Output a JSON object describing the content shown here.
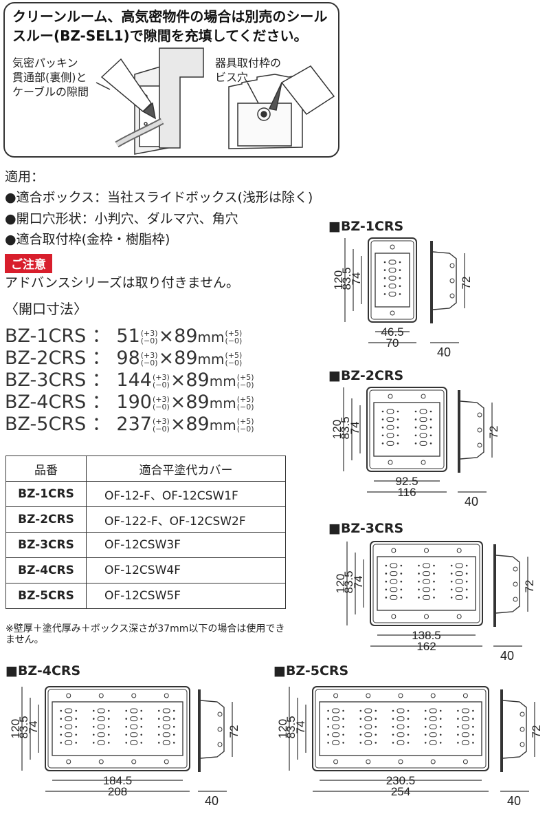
{
  "callout": {
    "title": "クリーンルーム、高気密物件の場合は別売のシールスルー(BZ-SEL1)で隙間を充填してください。",
    "label_left": [
      "気密パッキン",
      "貫通部(裏側)と",
      "ケーブルの隙間"
    ],
    "label_right": [
      "器具取付枠の",
      "ビス穴"
    ]
  },
  "application": {
    "heading": "適用：",
    "items": [
      "●適合ボックス：当社スライドボックス(浅形は除く)",
      "●開口穴形状：小判穴、ダルマ穴、角穴",
      "●適合取付枠(金枠・樹脂枠)"
    ]
  },
  "notice": {
    "badge": "ご注意",
    "text": "アドバンスシリーズは取り付きません。"
  },
  "opening": {
    "heading": "〈開口寸法〉",
    "rows": [
      {
        "model": "BZ-1CRS",
        "width": "51",
        "height": "89"
      },
      {
        "model": "BZ-2CRS",
        "width": "98",
        "height": "89"
      },
      {
        "model": "BZ-3CRS",
        "width": "144",
        "height": "89"
      },
      {
        "model": "BZ-4CRS",
        "width": "190",
        "height": "89"
      },
      {
        "model": "BZ-5CRS",
        "width": "237",
        "height": "89"
      }
    ],
    "sep": "：",
    "times": "×",
    "unit": "mm",
    "tol_w": {
      "plus": "+3",
      "minus": "−0"
    },
    "tol_h": {
      "plus": "+5",
      "minus": "−0"
    }
  },
  "table": {
    "headers": [
      "品番",
      "適合平塗代カバー"
    ],
    "rows": [
      [
        "BZ-1CRS",
        "OF-12-F、OF-12CSW1F"
      ],
      [
        "BZ-2CRS",
        "OF-122-F、OF-12CSW2F"
      ],
      [
        "BZ-3CRS",
        "OF-12CSW3F"
      ],
      [
        "BZ-4CRS",
        "OF-12CSW4F"
      ],
      [
        "BZ-5CRS",
        "OF-12CSW5F"
      ]
    ],
    "footnote": "※壁厚＋塗代厚み＋ボックス深さが37mm以下の場合は使用できません。"
  },
  "drawings": [
    {
      "title": "■BZ-1CRS",
      "cols": 1,
      "h120": "120",
      "h83": "83.5",
      "h74": "74",
      "inner": "46.5",
      "outer": "70",
      "depth": "40",
      "side": "72"
    },
    {
      "title": "■BZ-2CRS",
      "cols": 2,
      "h120": "120",
      "h83": "83.5",
      "h74": "74",
      "inner": "92.5",
      "outer": "116",
      "depth": "40",
      "side": "72"
    },
    {
      "title": "■BZ-3CRS",
      "cols": 3,
      "h120": "120",
      "h83": "83.5",
      "h74": "74",
      "inner": "138.5",
      "outer": "162",
      "depth": "40",
      "side": "72"
    },
    {
      "title": "■BZ-4CRS",
      "cols": 4,
      "h120": "120",
      "h83": "83.5",
      "h74": "74",
      "inner": "184.5",
      "outer": "208",
      "depth": "40",
      "side": "72"
    },
    {
      "title": "■BZ-5CRS",
      "cols": 5,
      "h120": "120",
      "h83": "83.5",
      "h74": "74",
      "inner": "230.5",
      "outer": "254",
      "depth": "40",
      "side": "72"
    }
  ],
  "colors": {
    "notice_bg": "#d81e2c",
    "line": "#333333"
  }
}
